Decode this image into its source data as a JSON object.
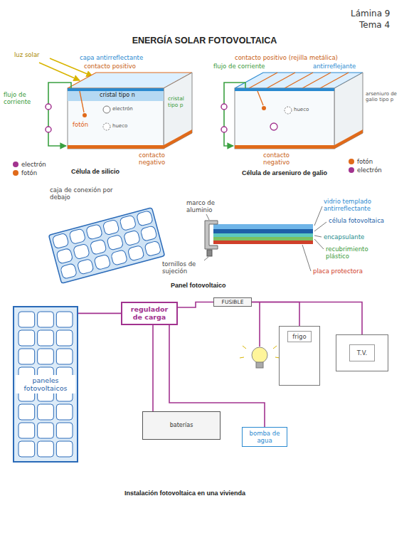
{
  "diagram": {
    "title": "ENERGÍA SOLAR FOTOVOLTAICA",
    "nodes": [
      {
        "text": [
          "paneles fotovoltaicos"
        ]
      },
      {
        "text": [
          "regulador de carga"
        ]
      },
      {
        "text": [
          "FUSIBLE"
        ]
      },
      {
        "text": [
          "frigo"
        ]
      },
      {
        "text": [
          "T.V."
        ]
      },
      {
        "text": [
          "baterías"
        ]
      },
      {
        "text": [
          "bomba de agua"
        ]
      }
    ],
    "edges": [
      {
        "from": 0,
        "to": 1,
        "arrow": "none"
      },
      {
        "from": 1,
        "to": 2,
        "arrow": "none"
      },
      {
        "from": 1,
        "to": 5,
        "arrow": "none"
      },
      {
        "from": 1,
        "to": 6,
        "arrow": "none"
      },
      {
        "from": 2,
        "to": 3,
        "arrow": "none"
      },
      {
        "from": 2,
        "to": 4,
        "arrow": "none"
      }
    ],
    "labels": [
      "Lámina 9",
      "Tema 4",
      "luz solar",
      "capa antirreflectante",
      "contacto positivo",
      "flujo de corriente",
      "cristal tipo n",
      "fotón",
      "electrón",
      "hueco",
      "cristal tipo p",
      "contacto negativo",
      "Célula de silicio",
      "contacto positivo (rejilla metálica)",
      "flujo de corriente",
      "antirreflejante",
      "hueco",
      "arseniuro de galio tipo p",
      "contacto negativo",
      "Célula de arseniuro de galio",
      "caja de conexión por debajo",
      "marco de aluminio",
      "tornillos de sujeción",
      "vidrio templado antirreflectante",
      "célula fotovoltaica",
      "encapsulante",
      "recubrimiento plástico",
      "placa protectora",
      "Panel fotovoltaico",
      "Instalación fotovoltaica en una vivienda"
    ],
    "legend": [
      {
        "text": "electrón",
        "color": "#a2338f"
      },
      {
        "text": "fotón",
        "color": "#e06a1a"
      },
      {
        "text": "fotón",
        "color": "#e06a1a"
      },
      {
        "text": "electrón",
        "color": "#a2338f"
      }
    ]
  }
}
